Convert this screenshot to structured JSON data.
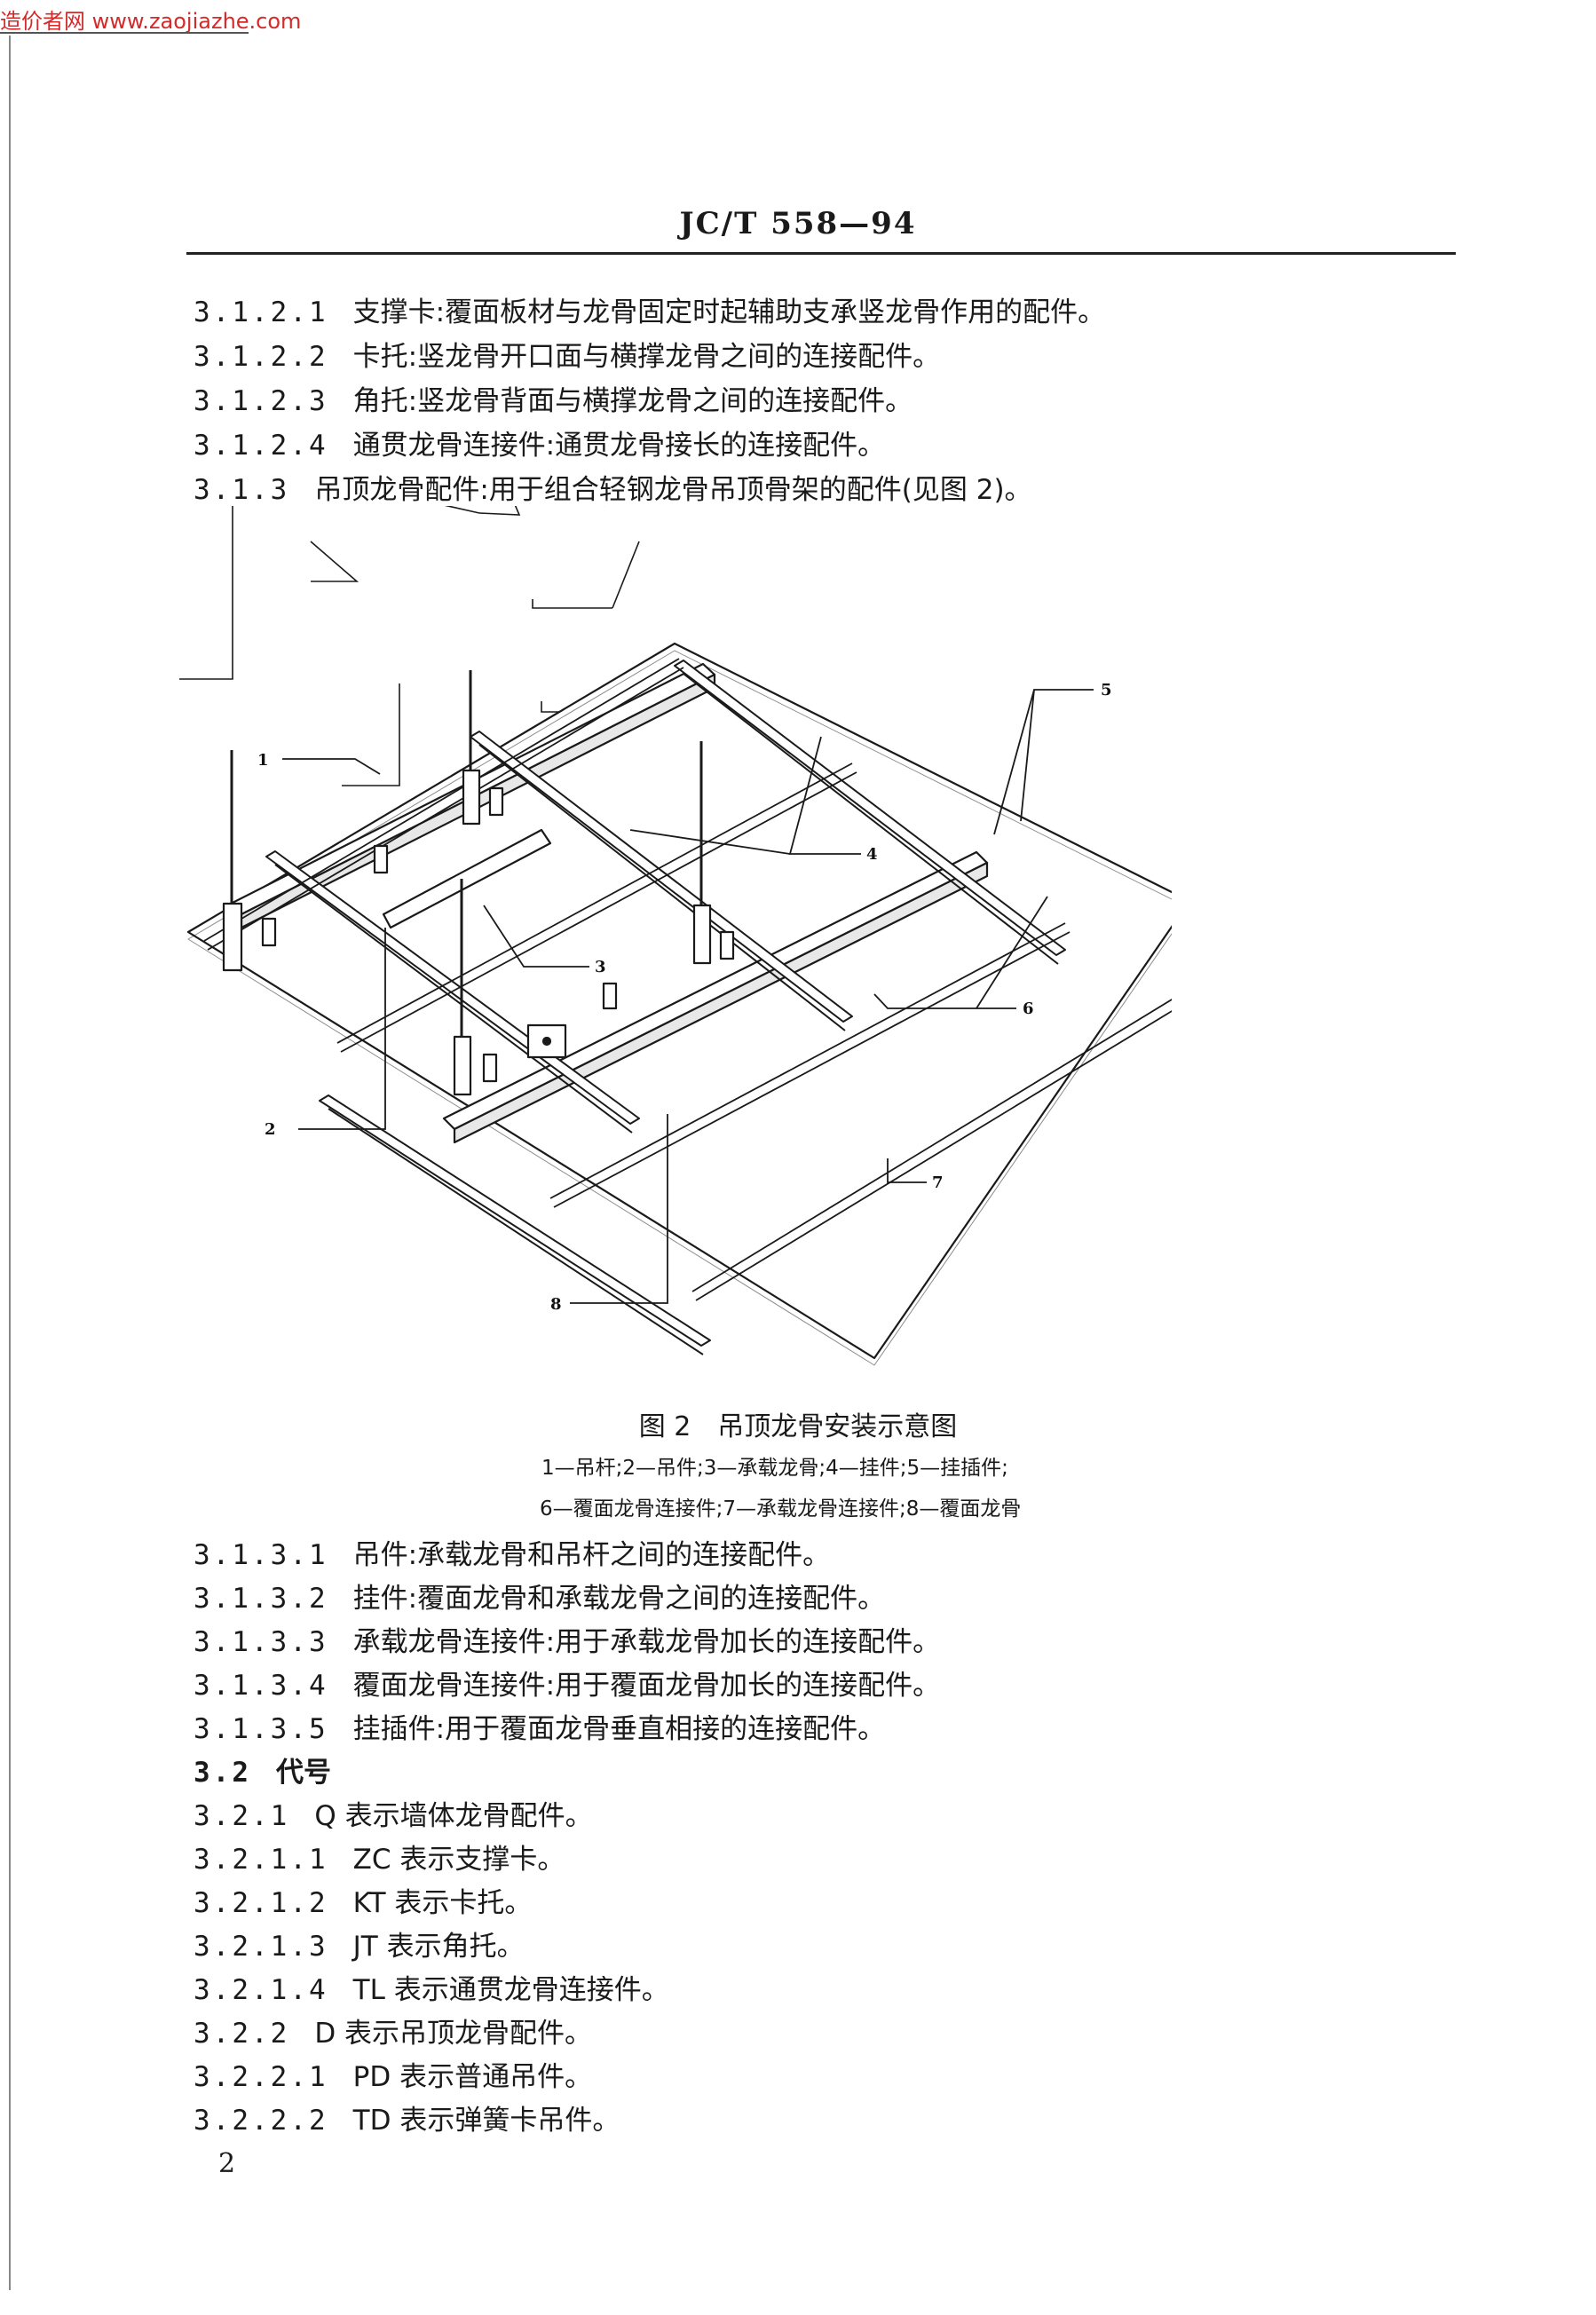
{
  "watermark": "造价者网 www.zaojiazhe.com",
  "header": "JC/T 558—94",
  "section_lines": [
    {
      "num": "3.1.2.1",
      "text": "支撑卡:覆面板材与龙骨固定时起辅助支承竖龙骨作用的配件。"
    },
    {
      "num": "3.1.2.2",
      "text": "卡托:竖龙骨开口面与横撑龙骨之间的连接配件。"
    },
    {
      "num": "3.1.2.3",
      "text": "角托:竖龙骨背面与横撑龙骨之间的连接配件。"
    },
    {
      "num": "3.1.2.4",
      "text": "通贯龙骨连接件:通贯龙骨接长的连接配件。"
    },
    {
      "num": "3.1.3",
      "text": "吊顶龙骨配件:用于组合轻钢龙骨吊顶骨架的配件(见图 2)。"
    }
  ],
  "figure": {
    "title": "图 2　吊顶龙骨安装示意图",
    "legend_line1": "1—吊杆;2—吊件;3—承载龙骨;4—挂件;5—挂插件;",
    "legend_line2": "6—覆面龙骨连接件;7—承载龙骨连接件;8—覆面龙骨",
    "labels": [
      "1",
      "2",
      "3",
      "4",
      "5",
      "6",
      "7",
      "8"
    ]
  },
  "body_lines": [
    {
      "num": "3.1.3.1",
      "text": "吊件:承载龙骨和吊杆之间的连接配件。"
    },
    {
      "num": "3.1.3.2",
      "text": "挂件:覆面龙骨和承载龙骨之间的连接配件。"
    },
    {
      "num": "3.1.3.3",
      "text": "承载龙骨连接件:用于承载龙骨加长的连接配件。"
    },
    {
      "num": "3.1.3.4",
      "text": "覆面龙骨连接件:用于覆面龙骨加长的连接配件。"
    },
    {
      "num": "3.1.3.5",
      "text": "挂插件:用于覆面龙骨垂直相接的连接配件。"
    },
    {
      "num": "3.2",
      "text": "代号",
      "bold": true
    },
    {
      "num": "3.2.1",
      "text": "Q 表示墙体龙骨配件。"
    },
    {
      "num": "3.2.1.1",
      "text": "ZC 表示支撑卡。"
    },
    {
      "num": "3.2.1.2",
      "text": "KT 表示卡托。"
    },
    {
      "num": "3.2.1.3",
      "text": "JT 表示角托。"
    },
    {
      "num": "3.2.1.4",
      "text": "TL 表示通贯龙骨连接件。"
    },
    {
      "num": "3.2.2",
      "text": "D 表示吊顶龙骨配件。"
    },
    {
      "num": "3.2.2.1",
      "text": "PD 表示普通吊件。"
    },
    {
      "num": "3.2.2.2",
      "text": "TD 表示弹簧卡吊件。"
    }
  ],
  "page_number": "2"
}
